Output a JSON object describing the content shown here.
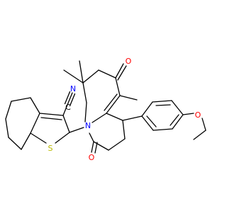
{
  "molecule": {
    "atoms": [
      {
        "id": "N_nitrile",
        "label": "N",
        "color": "#0000ff"
      },
      {
        "id": "C_nitrile",
        "label": "C",
        "color": "#000000"
      },
      {
        "id": "S_thiophene",
        "label": "S",
        "color": "#b8b800"
      },
      {
        "id": "N_ring",
        "label": "N",
        "color": "#0000ff"
      },
      {
        "id": "O_ketone",
        "label": "O",
        "color": "#ff0000"
      },
      {
        "id": "O_lactam",
        "label": "O",
        "color": "#ff0000"
      },
      {
        "id": "O_ether",
        "label": "O",
        "color": "#ff0000"
      }
    ]
  }
}
